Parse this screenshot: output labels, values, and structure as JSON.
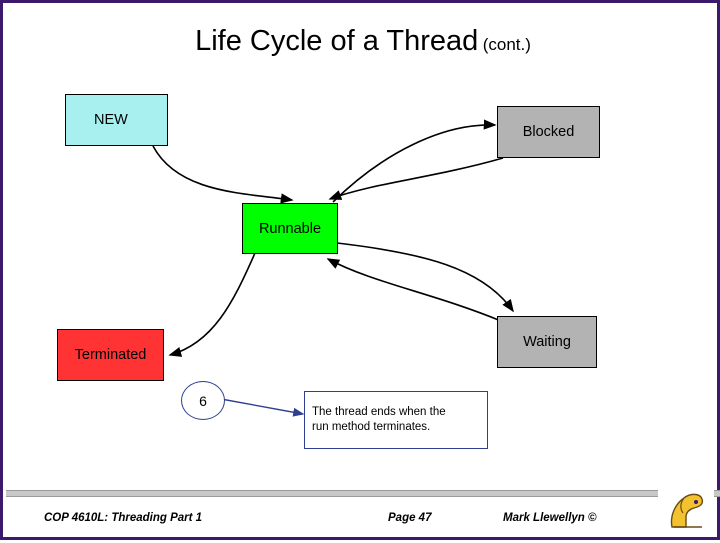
{
  "slide": {
    "title_main": "Life Cycle of a Thread",
    "title_suffix": "(cont.)",
    "border_color": "#3b1a6e"
  },
  "diagram": {
    "type": "state-diagram",
    "nodes": [
      {
        "id": "new",
        "label": "NEW",
        "fill": "#a8f0f0"
      },
      {
        "id": "blocked",
        "label": "Blocked",
        "fill": "#b3b3b3"
      },
      {
        "id": "runnable",
        "label": "Runnable",
        "fill": "#00ff00"
      },
      {
        "id": "waiting",
        "label": "Waiting",
        "fill": "#b3b3b3"
      },
      {
        "id": "terminated",
        "label": "Terminated",
        "fill": "#ff3333"
      }
    ],
    "edges": [
      {
        "from": "new",
        "to": "runnable"
      },
      {
        "from": "blocked",
        "to": "runnable"
      },
      {
        "from": "runnable",
        "to": "blocked"
      },
      {
        "from": "runnable",
        "to": "waiting"
      },
      {
        "from": "waiting",
        "to": "runnable"
      },
      {
        "from": "runnable",
        "to": "terminated"
      }
    ],
    "step_marker": "6",
    "callout_line1": "The thread ends when the",
    "callout_line2": "run method terminates.",
    "callout_border": "#2f3f8f"
  },
  "footer": {
    "left": "COP 4610L: Threading Part 1",
    "center": "Page 47",
    "right": "Mark Llewellyn ©"
  }
}
